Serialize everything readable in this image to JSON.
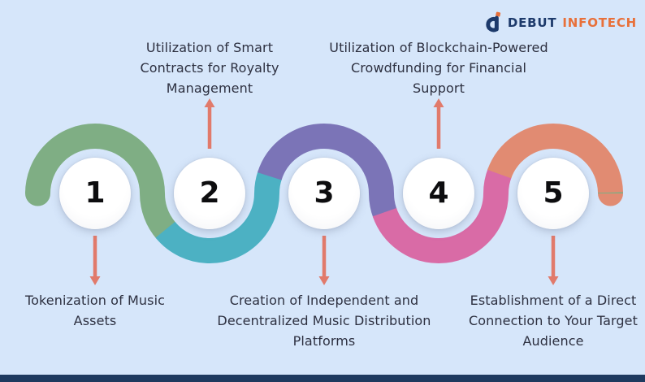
{
  "palette": {
    "page_bg": "#d6e6fa",
    "bottom_bar": "#1e3a5f",
    "text": "#2d3040",
    "arrow": "#e17a6b",
    "number_color": "#0d0d0f",
    "circle_fill": "#ffffff"
  },
  "logo": {
    "brand_first": "DEBUT",
    "brand_second": "INFOTECH",
    "navy_color": "#1d3a6b",
    "orange_color": "#e8703a",
    "icon": "debut-d-mark"
  },
  "steps": [
    {
      "number": "1",
      "arc_color": "#7fae84",
      "label_position": "below",
      "label": "Tokenization of Music\nAssets"
    },
    {
      "number": "2",
      "arc_color": "#4cb1c3",
      "label_position": "above",
      "label": "Utilization of Smart\nContracts for Royalty\nManagement"
    },
    {
      "number": "3",
      "arc_color": "#7b74b7",
      "label_position": "below",
      "label": "Creation of Independent and\nDecentralized Music Distribution\nPlatforms"
    },
    {
      "number": "4",
      "arc_color": "#d96ba6",
      "label_position": "above",
      "label": "Utilization of Blockchain-Powered\nCrowdfunding for Financial\nSupport"
    },
    {
      "number": "5",
      "arc_color": "#e18b72",
      "label_position": "below",
      "label": "Establishment of a Direct\nConnection to Your Target\nAudience"
    }
  ]
}
